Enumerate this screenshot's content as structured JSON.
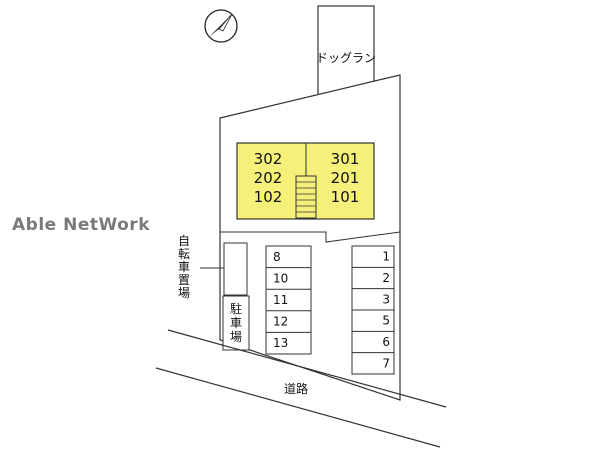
{
  "watermark": "Able NetWork",
  "dog_run": {
    "label": "ドッグラン"
  },
  "building": {
    "left_units": [
      "302",
      "202",
      "102"
    ],
    "right_units": [
      "301",
      "201",
      "101"
    ],
    "fill_color": "#f5f07a"
  },
  "bicycle_parking": {
    "label": [
      "自",
      "転",
      "車",
      "置",
      "場"
    ]
  },
  "parking_label": {
    "label": [
      "駐",
      "車",
      "場"
    ]
  },
  "parking_left": [
    "8",
    "10",
    "11",
    "12",
    "13"
  ],
  "parking_right": [
    "1",
    "2",
    "3",
    "5",
    "6",
    "7"
  ],
  "road": {
    "label": "道路"
  },
  "icons": {
    "compass": "north-arrow-icon"
  }
}
